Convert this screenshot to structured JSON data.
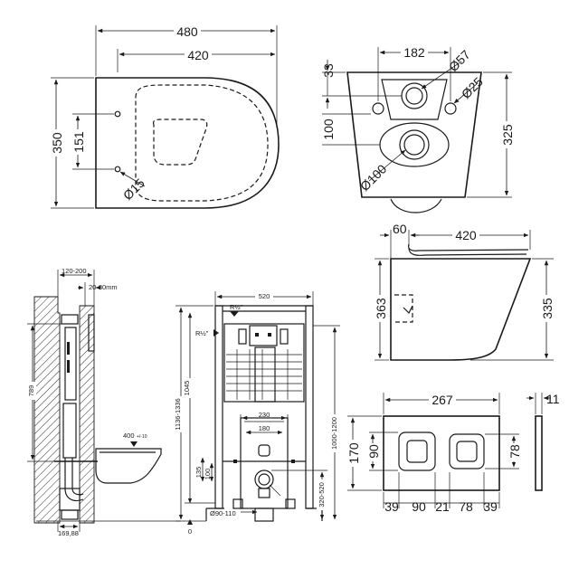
{
  "top_view": {
    "width_outer": "480",
    "width_inner": "420",
    "depth": "350",
    "inner_depth": "151",
    "hole_dia": "Ø15"
  },
  "back_view": {
    "holes_spacing": "182",
    "outlet_dia": "Ø57",
    "bolt_dia": "Ø25",
    "top_offset": "33",
    "bolt_height": "100",
    "height": "325",
    "waste_dia": "Ø100"
  },
  "side_view": {
    "back_depth": "60",
    "length": "420",
    "height_total": "363",
    "height_bowl": "335"
  },
  "plate_front": {
    "width": "267",
    "height": "170",
    "button_size": "90",
    "button_height_right": "78",
    "seg_1": "39",
    "seg_2": "90",
    "seg_3": "21",
    "seg_4": "78",
    "seg_5": "39"
  },
  "plate_side": {
    "thickness": "11"
  },
  "wall_section": {
    "wall_depth": "120-200",
    "cover_depth": "20-80mm",
    "frame_height": "789",
    "bowl_height": "400",
    "bowl_height_tol": "+/-10",
    "bottom_offset": "169,88"
  },
  "frame_front": {
    "frame_width": "520",
    "inlet_top": "R½\"",
    "inlet_side": "R½\"",
    "total_height": "1136-1336",
    "inner_height": "1045",
    "cistern_height": "1000-1200",
    "bolt_spacing": "230",
    "bolt_spacing_inner": "180",
    "bolt_height_1": "135",
    "bolt_height_2": "100",
    "waste_height": "320-520",
    "waste_dia": "Ø90-110",
    "floor_level": "0"
  }
}
